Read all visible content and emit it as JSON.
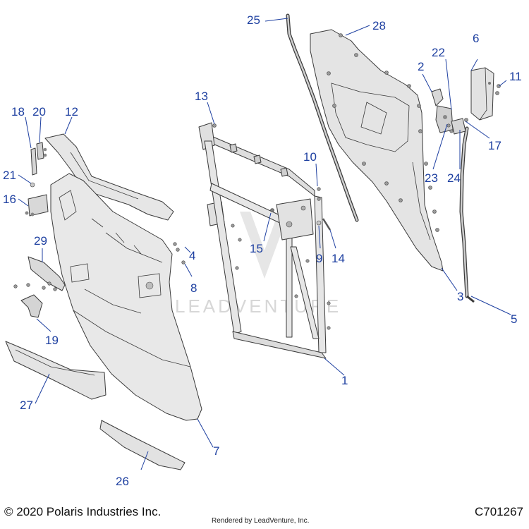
{
  "watermark": {
    "text": "LEADVENTURE"
  },
  "footer": {
    "copyright": "© 2020 Polaris Industries Inc.",
    "rendered_by": "Rendered by LeadVenture, Inc.",
    "diagram_code": "C701267"
  },
  "callouts": [
    {
      "id": "c1",
      "label": "1"
    },
    {
      "id": "c2",
      "label": "2"
    },
    {
      "id": "c3",
      "label": "3"
    },
    {
      "id": "c4",
      "label": "4"
    },
    {
      "id": "c5",
      "label": "5"
    },
    {
      "id": "c6",
      "label": "6"
    },
    {
      "id": "c7",
      "label": "7"
    },
    {
      "id": "c8",
      "label": "8"
    },
    {
      "id": "c9",
      "label": "9"
    },
    {
      "id": "c10",
      "label": "10"
    },
    {
      "id": "c11",
      "label": "11"
    },
    {
      "id": "c12",
      "label": "12"
    },
    {
      "id": "c13",
      "label": "13"
    },
    {
      "id": "c14",
      "label": "14"
    },
    {
      "id": "c15",
      "label": "15"
    },
    {
      "id": "c16",
      "label": "16"
    },
    {
      "id": "c17",
      "label": "17"
    },
    {
      "id": "c18",
      "label": "18"
    },
    {
      "id": "c19",
      "label": "19"
    },
    {
      "id": "c20",
      "label": "20"
    },
    {
      "id": "c21",
      "label": "21"
    },
    {
      "id": "c22",
      "label": "22"
    },
    {
      "id": "c23",
      "label": "23"
    },
    {
      "id": "c24",
      "label": "24"
    },
    {
      "id": "c25",
      "label": "25"
    },
    {
      "id": "c26",
      "label": "26"
    },
    {
      "id": "c27",
      "label": "27"
    },
    {
      "id": "c28",
      "label": "28"
    },
    {
      "id": "c29",
      "label": "29"
    }
  ]
}
